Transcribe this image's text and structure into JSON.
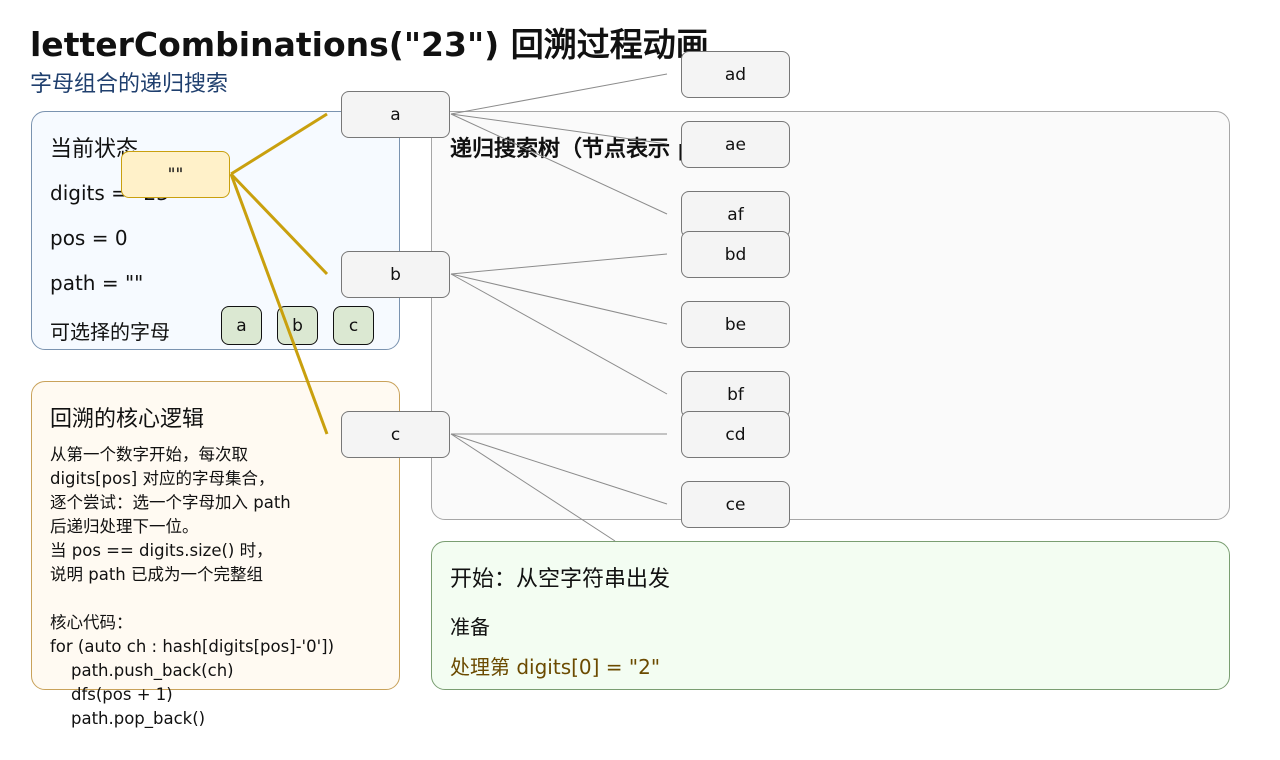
{
  "title": "letterCombinations(\"23\") 回溯过程动画",
  "subtitle": "字母组合的递归搜索",
  "state_panel": {
    "heading": "当前状态",
    "digits_line": "digits = \"23\"",
    "pos_line": "pos = 0",
    "path_line": "path = \"\"",
    "choices_label": "可选择的字母",
    "chips": [
      "a",
      "b",
      "c"
    ]
  },
  "core_panel": {
    "heading": "回溯的核心逻辑",
    "lines": [
      "从第一个数字开始，每次取",
      "digits[pos] 对应的字母集合，",
      "逐个尝试：选一个字母加入 path",
      "后递归处理下一位。",
      "当 pos == digits.size() 时，",
      "说明 path 已成为一个完整组",
      "",
      "核心代码：",
      "for (auto ch : hash[digits[pos]-'0'])",
      "    path.push_back(ch)",
      "    dfs(pos + 1)",
      "    path.pop_back()"
    ]
  },
  "tree_panel": {
    "heading": "递归搜索树（节点表示 path）"
  },
  "step_panel": {
    "heading": "开始：从空字符串出发",
    "line1": "准备",
    "line2": "处理第 digits[0] = \"2\""
  },
  "tree": {
    "root": "\"\"",
    "level1": [
      "a",
      "b",
      "c"
    ],
    "leaves": [
      "ad",
      "ae",
      "af",
      "bd",
      "be",
      "bf",
      "cd",
      "ce"
    ]
  },
  "colors": {
    "highlight_edge": "#c9a00e",
    "root_fill": "#fff1c9",
    "chip_fill": "#dbe8d2",
    "step_text": "#6b4a00"
  }
}
